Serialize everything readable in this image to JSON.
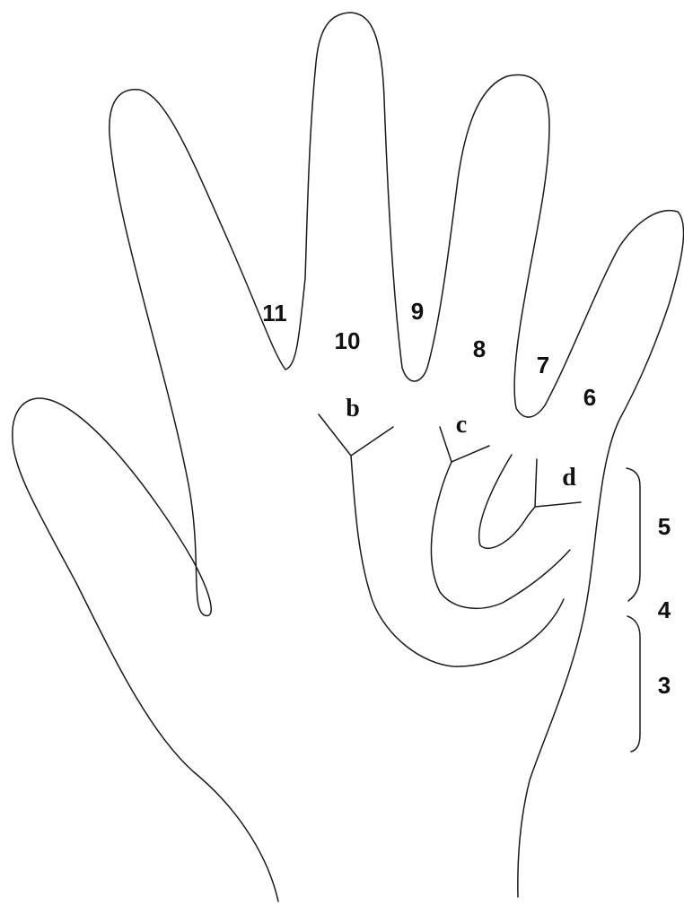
{
  "diagram": {
    "labels": {
      "n3": "3",
      "n4": "4",
      "n5": "5",
      "n6": "6",
      "n7": "7",
      "n8": "8",
      "n9": "9",
      "n10": "10",
      "n11": "11",
      "b": "b",
      "c": "c",
      "d": "d"
    },
    "colors": {
      "line": "#1a1a1a",
      "text": "#111111",
      "background": "#ffffff"
    }
  }
}
